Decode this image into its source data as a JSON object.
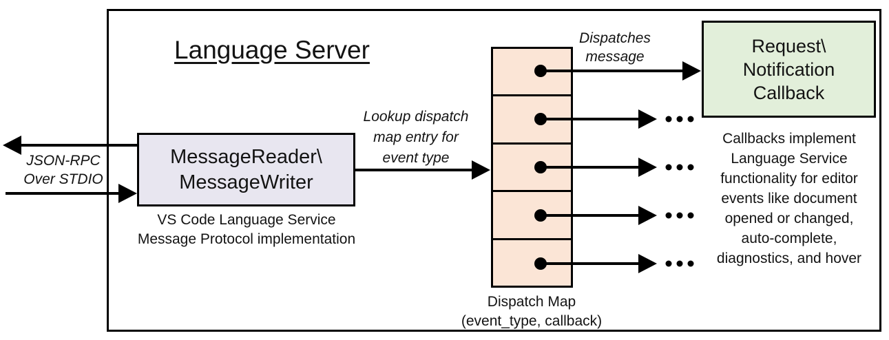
{
  "diagram": {
    "title": "Language Server",
    "stdio_label": {
      "line1": "JSON-RPC",
      "line2": "Over STDIO"
    },
    "message_reader_box": {
      "line1": "MessageReader\\",
      "line2": "MessageWriter"
    },
    "reader_caption": {
      "line1": "VS Code Language Service",
      "line2": "Message Protocol implementation"
    },
    "lookup_label": {
      "line1": "Lookup dispatch",
      "line2": "map entry for",
      "line3": "event type"
    },
    "dispatches_label": {
      "line1": "Dispatches",
      "line2": "message"
    },
    "callback_box": {
      "line1": "Request\\",
      "line2": "Notification",
      "line3": "Callback"
    },
    "callbacks_caption": {
      "lines": [
        "Callbacks implement",
        "Language Service",
        "functionality for editor",
        "events like document",
        "opened or changed,",
        "auto-complete,",
        "diagnostics, and hover"
      ]
    },
    "dispatch_map_caption": {
      "line1": "Dispatch Map",
      "line2": "(event_type, callback)"
    },
    "dispatch_map_entries": 5,
    "colors": {
      "reader_fill": "#e8e6f0",
      "map_fill": "#fbe5d6",
      "callback_fill": "#e2efda",
      "line_color": "#000000"
    }
  }
}
